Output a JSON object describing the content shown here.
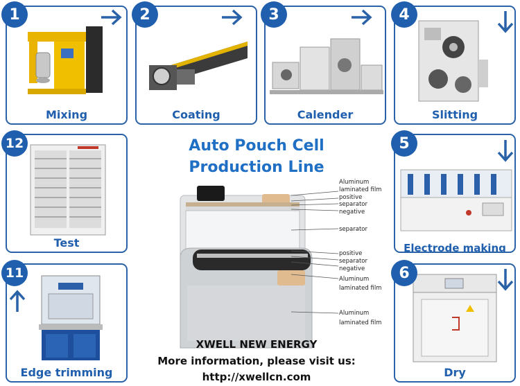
{
  "title": {
    "line1": "Auto Pouch Cell",
    "line2": "Production Line"
  },
  "steps": [
    {
      "number": "1",
      "label": "Mixing"
    },
    {
      "number": "2",
      "label": "Coating"
    },
    {
      "number": "3",
      "label": "Calender"
    },
    {
      "number": "4",
      "label": "Slitting"
    },
    {
      "number": "5",
      "label": "Electrode making"
    },
    {
      "number": "6",
      "label": "Dry"
    },
    {
      "number": "11",
      "label": "Edge trimming"
    },
    {
      "number": "12",
      "label": "Test"
    }
  ],
  "cell_annotations": {
    "aluminum_laminated_film_top_1": "Aluminum",
    "aluminum_laminated_film_top_2": "laminated film",
    "positive_top": "positive",
    "separator_top": "separator",
    "negative_top": "negative",
    "separator_mid": "separator",
    "positive_mid": "positive",
    "separator_mid2": "separator",
    "negative_mid": "negative",
    "aluminum_mid_1": "Aluminum",
    "aluminum_mid_2": "laminated film",
    "aluminum_bot_1": "Aluminum",
    "aluminum_bot_2": "laminated film"
  },
  "footer": {
    "company": "XWELL NEW ENERGY",
    "info": "More information, please visit us:",
    "url": "http://xwellcn.com"
  },
  "colors": {
    "accent": "#1f5fad",
    "title": "#1f6fc4"
  },
  "icons": [
    "arrow-right-icon",
    "arrow-down-icon",
    "arrow-up-icon"
  ]
}
